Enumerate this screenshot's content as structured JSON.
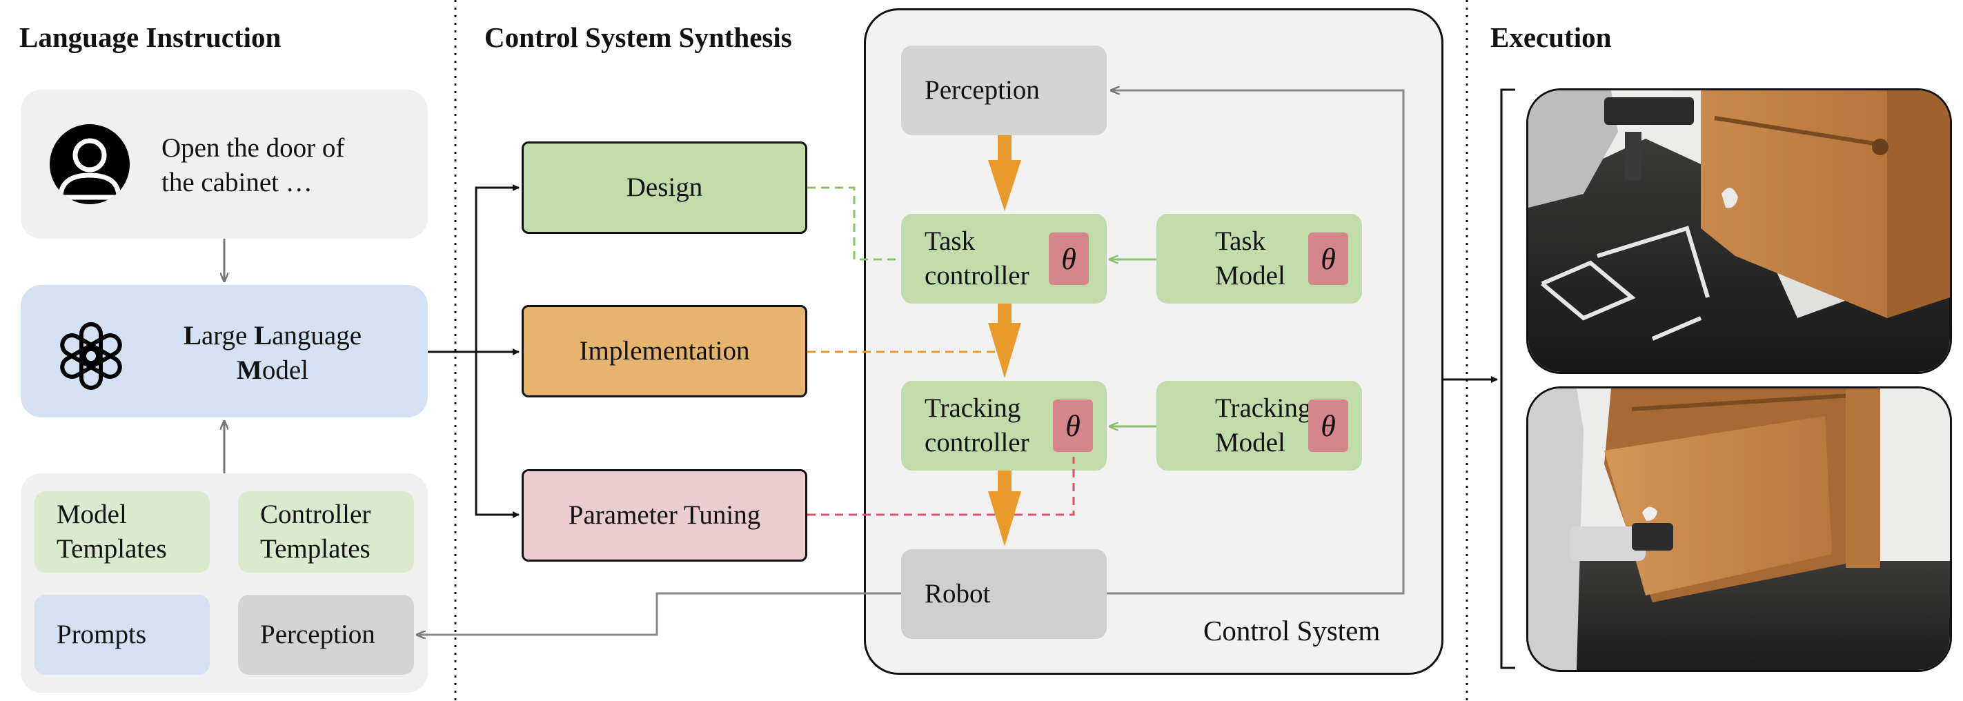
{
  "sections": {
    "language_instruction": "Language Instruction",
    "control_system_synthesis": "Control System Synthesis",
    "execution": "Execution"
  },
  "instruction": {
    "text": "Open the door of\nthe cabinet …"
  },
  "llm": {
    "label_html": "<b>L</b>arge <b>L</b>anguage<br><b>M</b>odel"
  },
  "inputs": {
    "model_templates": "Model\nTemplates",
    "controller_templates": "Controller\nTemplates",
    "prompts": "Prompts",
    "perception": "Perception"
  },
  "synthesis": {
    "design": "Design",
    "implementation": "Implementation",
    "parameter_tuning": "Parameter Tuning"
  },
  "control_system": {
    "title": "Control System",
    "perception": "Perception",
    "task_controller": "Task\ncontroller",
    "task_model": "Task\nModel",
    "tracking_controller": "Tracking\ncontroller",
    "tracking_model": "Tracking\nModel",
    "robot": "Robot",
    "theta": "θ"
  },
  "colors": {
    "green": "#c1dcaa",
    "orange": "#e7b46e",
    "pink": "#ebcdd1",
    "blue": "#d4e1f3",
    "gray_panel": "#f0f0f0",
    "gray_box": "#d4d4d4",
    "theta": "#d4868a",
    "arrow_orange": "#e89b2b"
  }
}
